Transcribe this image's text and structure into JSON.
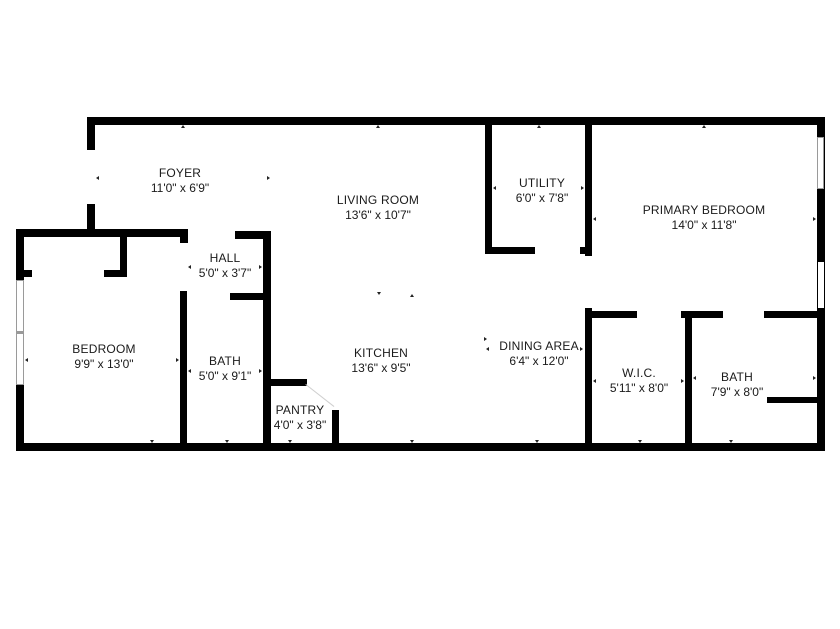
{
  "floorplan": {
    "rooms": [
      {
        "id": "foyer",
        "name": "FOYER",
        "dims": "11'0\" x 6'9\""
      },
      {
        "id": "living-room",
        "name": "LIVING ROOM",
        "dims": "13'6\" x 10'7\""
      },
      {
        "id": "utility",
        "name": "UTILITY",
        "dims": "6'0\" x 7'8\""
      },
      {
        "id": "primary-bedroom",
        "name": "PRIMARY BEDROOM",
        "dims": "14'0\" x 11'8\""
      },
      {
        "id": "hall",
        "name": "HALL",
        "dims": "5'0\" x 3'7\""
      },
      {
        "id": "bedroom",
        "name": "BEDROOM",
        "dims": "9'9\" x 13'0\""
      },
      {
        "id": "bath-1",
        "name": "BATH",
        "dims": "5'0\" x 9'1\""
      },
      {
        "id": "kitchen",
        "name": "KITCHEN",
        "dims": "13'6\" x 9'5\""
      },
      {
        "id": "dining-area",
        "name": "DINING AREA",
        "dims": "6'4\" x 12'0\""
      },
      {
        "id": "pantry",
        "name": "PANTRY",
        "dims": "4'0\" x 3'8\""
      },
      {
        "id": "wic",
        "name": "W.I.C.",
        "dims": "5'11\" x 8'0\""
      },
      {
        "id": "bath-2",
        "name": "BATH",
        "dims": "7'9\" x 8'0\""
      }
    ],
    "colors": {
      "wall": "#000000",
      "background": "#ffffff",
      "text": "#1a1a1a"
    }
  }
}
